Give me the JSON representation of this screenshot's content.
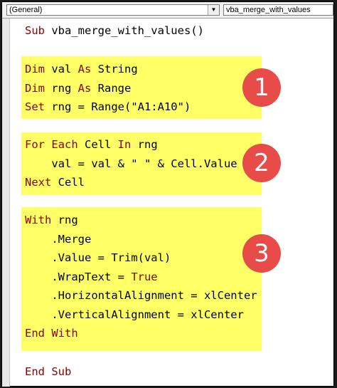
{
  "toolbar": {
    "procedure_dropdown": "(General)",
    "object_dropdown": "vba_merge_with_values",
    "dropdown_arrow": "▼"
  },
  "code": {
    "sub_kw": "Sub",
    "sub_name": " vba_merge_with_values()",
    "dim1_kw": "Dim",
    "dim1_mid": " val ",
    "dim1_as": "As",
    "dim1_type": " String",
    "dim2_kw": "Dim",
    "dim2_mid": " rng ",
    "dim2_as": "As",
    "dim2_type": " Range",
    "set_kw": "Set",
    "set_rest": " rng = Range(\"A1:A10\")",
    "for_kw": "For",
    "each_kw": " Each",
    "cell_word": " Cell ",
    "in_kw": "In",
    "rng_word": " rng",
    "val_line": "    val = val & \" \" & Cell.Value",
    "next_kw": "Next",
    "next_rest": " Cell",
    "with_kw": "With",
    "with_rest": " rng",
    "merge_line": "    .Merge",
    "value_line": "    .Value = Trim(val)",
    "wrap_line": "    .WrapText = ",
    "true_kw": "True",
    "halign_line": "    .HorizontalAlignment = xlCenter",
    "valign_line": "    .VerticalAlignment = xlCenter",
    "endwith_kw": "End With",
    "endsub_kw": "End Sub"
  },
  "badges": [
    "1",
    "2",
    "3"
  ],
  "colors": {
    "highlight": "#ffff66",
    "keyword": "#8b0000",
    "badge": "#e84c48"
  }
}
